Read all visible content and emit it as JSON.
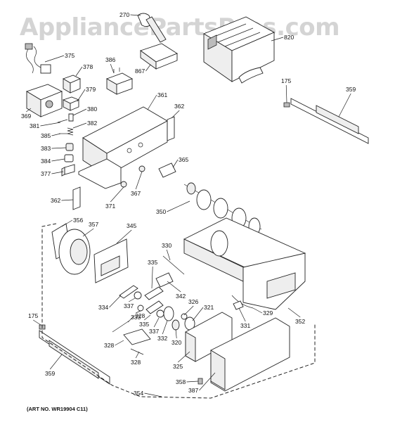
{
  "watermark": "AppliancePartsPros.com",
  "art_number": "(ART NO. WR19904 C11)",
  "callouts": [
    {
      "id": "270",
      "text": "270"
    },
    {
      "id": "820",
      "text": "820"
    },
    {
      "id": "375",
      "text": "375"
    },
    {
      "id": "386",
      "text": "386"
    },
    {
      "id": "867",
      "text": "867"
    },
    {
      "id": "378",
      "text": "378"
    },
    {
      "id": "379",
      "text": "379"
    },
    {
      "id": "369",
      "text": "369"
    },
    {
      "id": "380",
      "text": "380"
    },
    {
      "id": "381",
      "text": "381"
    },
    {
      "id": "382",
      "text": "382"
    },
    {
      "id": "385",
      "text": "385"
    },
    {
      "id": "383",
      "text": "383"
    },
    {
      "id": "384",
      "text": "384"
    },
    {
      "id": "377",
      "text": "377"
    },
    {
      "id": "361",
      "text": "361"
    },
    {
      "id": "362a",
      "text": "362"
    },
    {
      "id": "362b",
      "text": "362"
    },
    {
      "id": "365",
      "text": "365"
    },
    {
      "id": "367",
      "text": "367"
    },
    {
      "id": "371",
      "text": "371"
    },
    {
      "id": "175a",
      "text": "175"
    },
    {
      "id": "359a",
      "text": "359"
    },
    {
      "id": "350",
      "text": "350"
    },
    {
      "id": "356",
      "text": "356"
    },
    {
      "id": "357",
      "text": "357"
    },
    {
      "id": "345",
      "text": "345"
    },
    {
      "id": "330",
      "text": "330"
    },
    {
      "id": "335a",
      "text": "335"
    },
    {
      "id": "342",
      "text": "342"
    },
    {
      "id": "334",
      "text": "334"
    },
    {
      "id": "337a",
      "text": "337"
    },
    {
      "id": "333",
      "text": "333"
    },
    {
      "id": "335b",
      "text": "335"
    },
    {
      "id": "337b",
      "text": "337"
    },
    {
      "id": "326",
      "text": "326"
    },
    {
      "id": "321",
      "text": "321"
    },
    {
      "id": "329",
      "text": "329"
    },
    {
      "id": "331",
      "text": "331"
    },
    {
      "id": "352",
      "text": "352"
    },
    {
      "id": "175b",
      "text": "175"
    },
    {
      "id": "328a",
      "text": "328"
    },
    {
      "id": "328b",
      "text": "328"
    },
    {
      "id": "328c",
      "text": "328"
    },
    {
      "id": "332",
      "text": "332"
    },
    {
      "id": "320",
      "text": "320"
    },
    {
      "id": "325",
      "text": "325"
    },
    {
      "id": "359b",
      "text": "359"
    },
    {
      "id": "358",
      "text": "358"
    },
    {
      "id": "354",
      "text": "354"
    },
    {
      "id": "387",
      "text": "387"
    }
  ]
}
